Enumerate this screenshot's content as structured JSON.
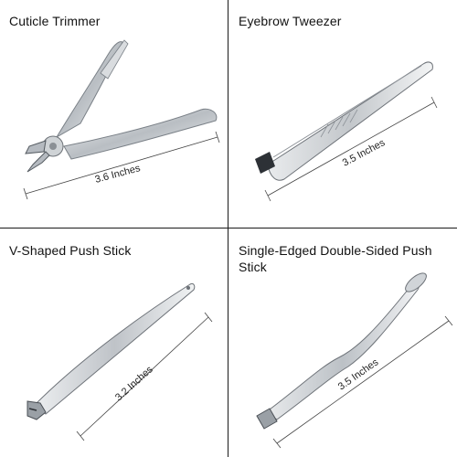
{
  "panels": [
    {
      "title": "Cuticle Trimmer",
      "measurement": "3.6 Inches"
    },
    {
      "title": "Eyebrow Tweezer",
      "measurement": "3.5 Inches"
    },
    {
      "title": "V-Shaped Push Stick",
      "measurement": "3.2 Inches"
    },
    {
      "title": "Single-Edged Double-Sided Push Stick",
      "measurement": "3.5 Inches"
    }
  ],
  "colors": {
    "divider": "#1a1a1a",
    "steel": "#c8ccd0",
    "steel_dark": "#6d7278",
    "background": "#ffffff"
  }
}
